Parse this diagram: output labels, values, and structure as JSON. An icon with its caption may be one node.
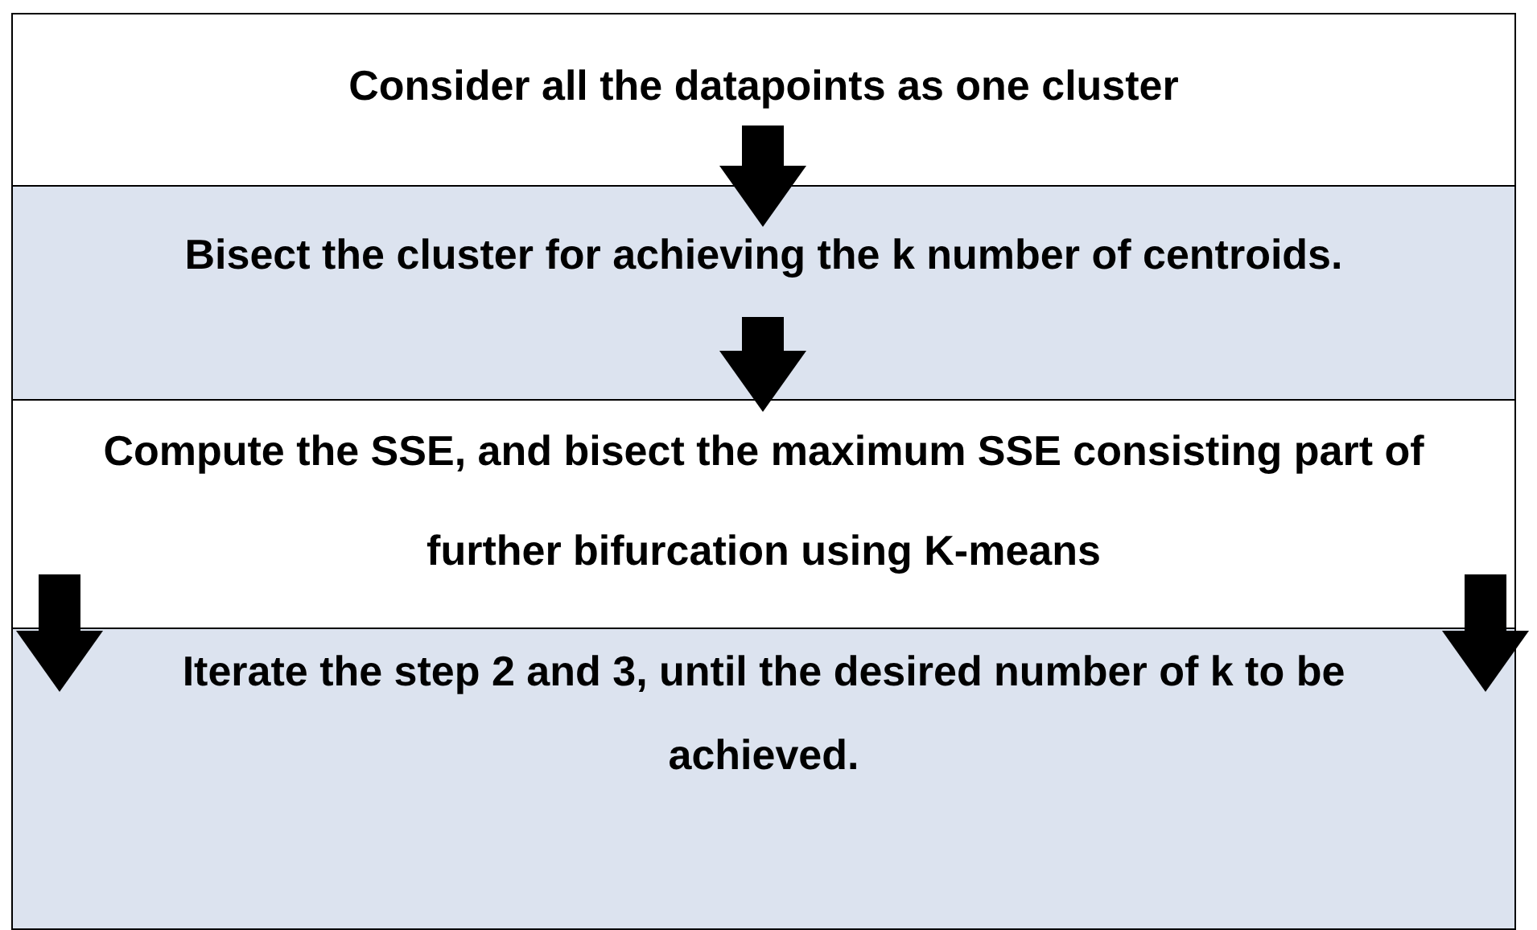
{
  "diagram": {
    "nodes": [
      {
        "text": [
          "Consider all the datapoints as one cluster"
        ]
      },
      {
        "text": [
          "Bisect the cluster for achieving the k number of centroids."
        ]
      },
      {
        "text": [
          "Compute the SSE, and bisect the maximum SSE consisting part of further bifurcation using K-means"
        ]
      },
      {
        "text": [
          "Iterate the step 2 and 3, until the desired number of k to be achieved."
        ]
      }
    ],
    "edges": [
      {
        "from": 0,
        "to": 1,
        "arrow": "to"
      },
      {
        "from": 1,
        "to": 2,
        "arrow": "to"
      },
      {
        "from": 2,
        "to": 3,
        "arrow": "to"
      },
      {
        "from": 2,
        "to": 3,
        "arrow": "to"
      }
    ]
  }
}
